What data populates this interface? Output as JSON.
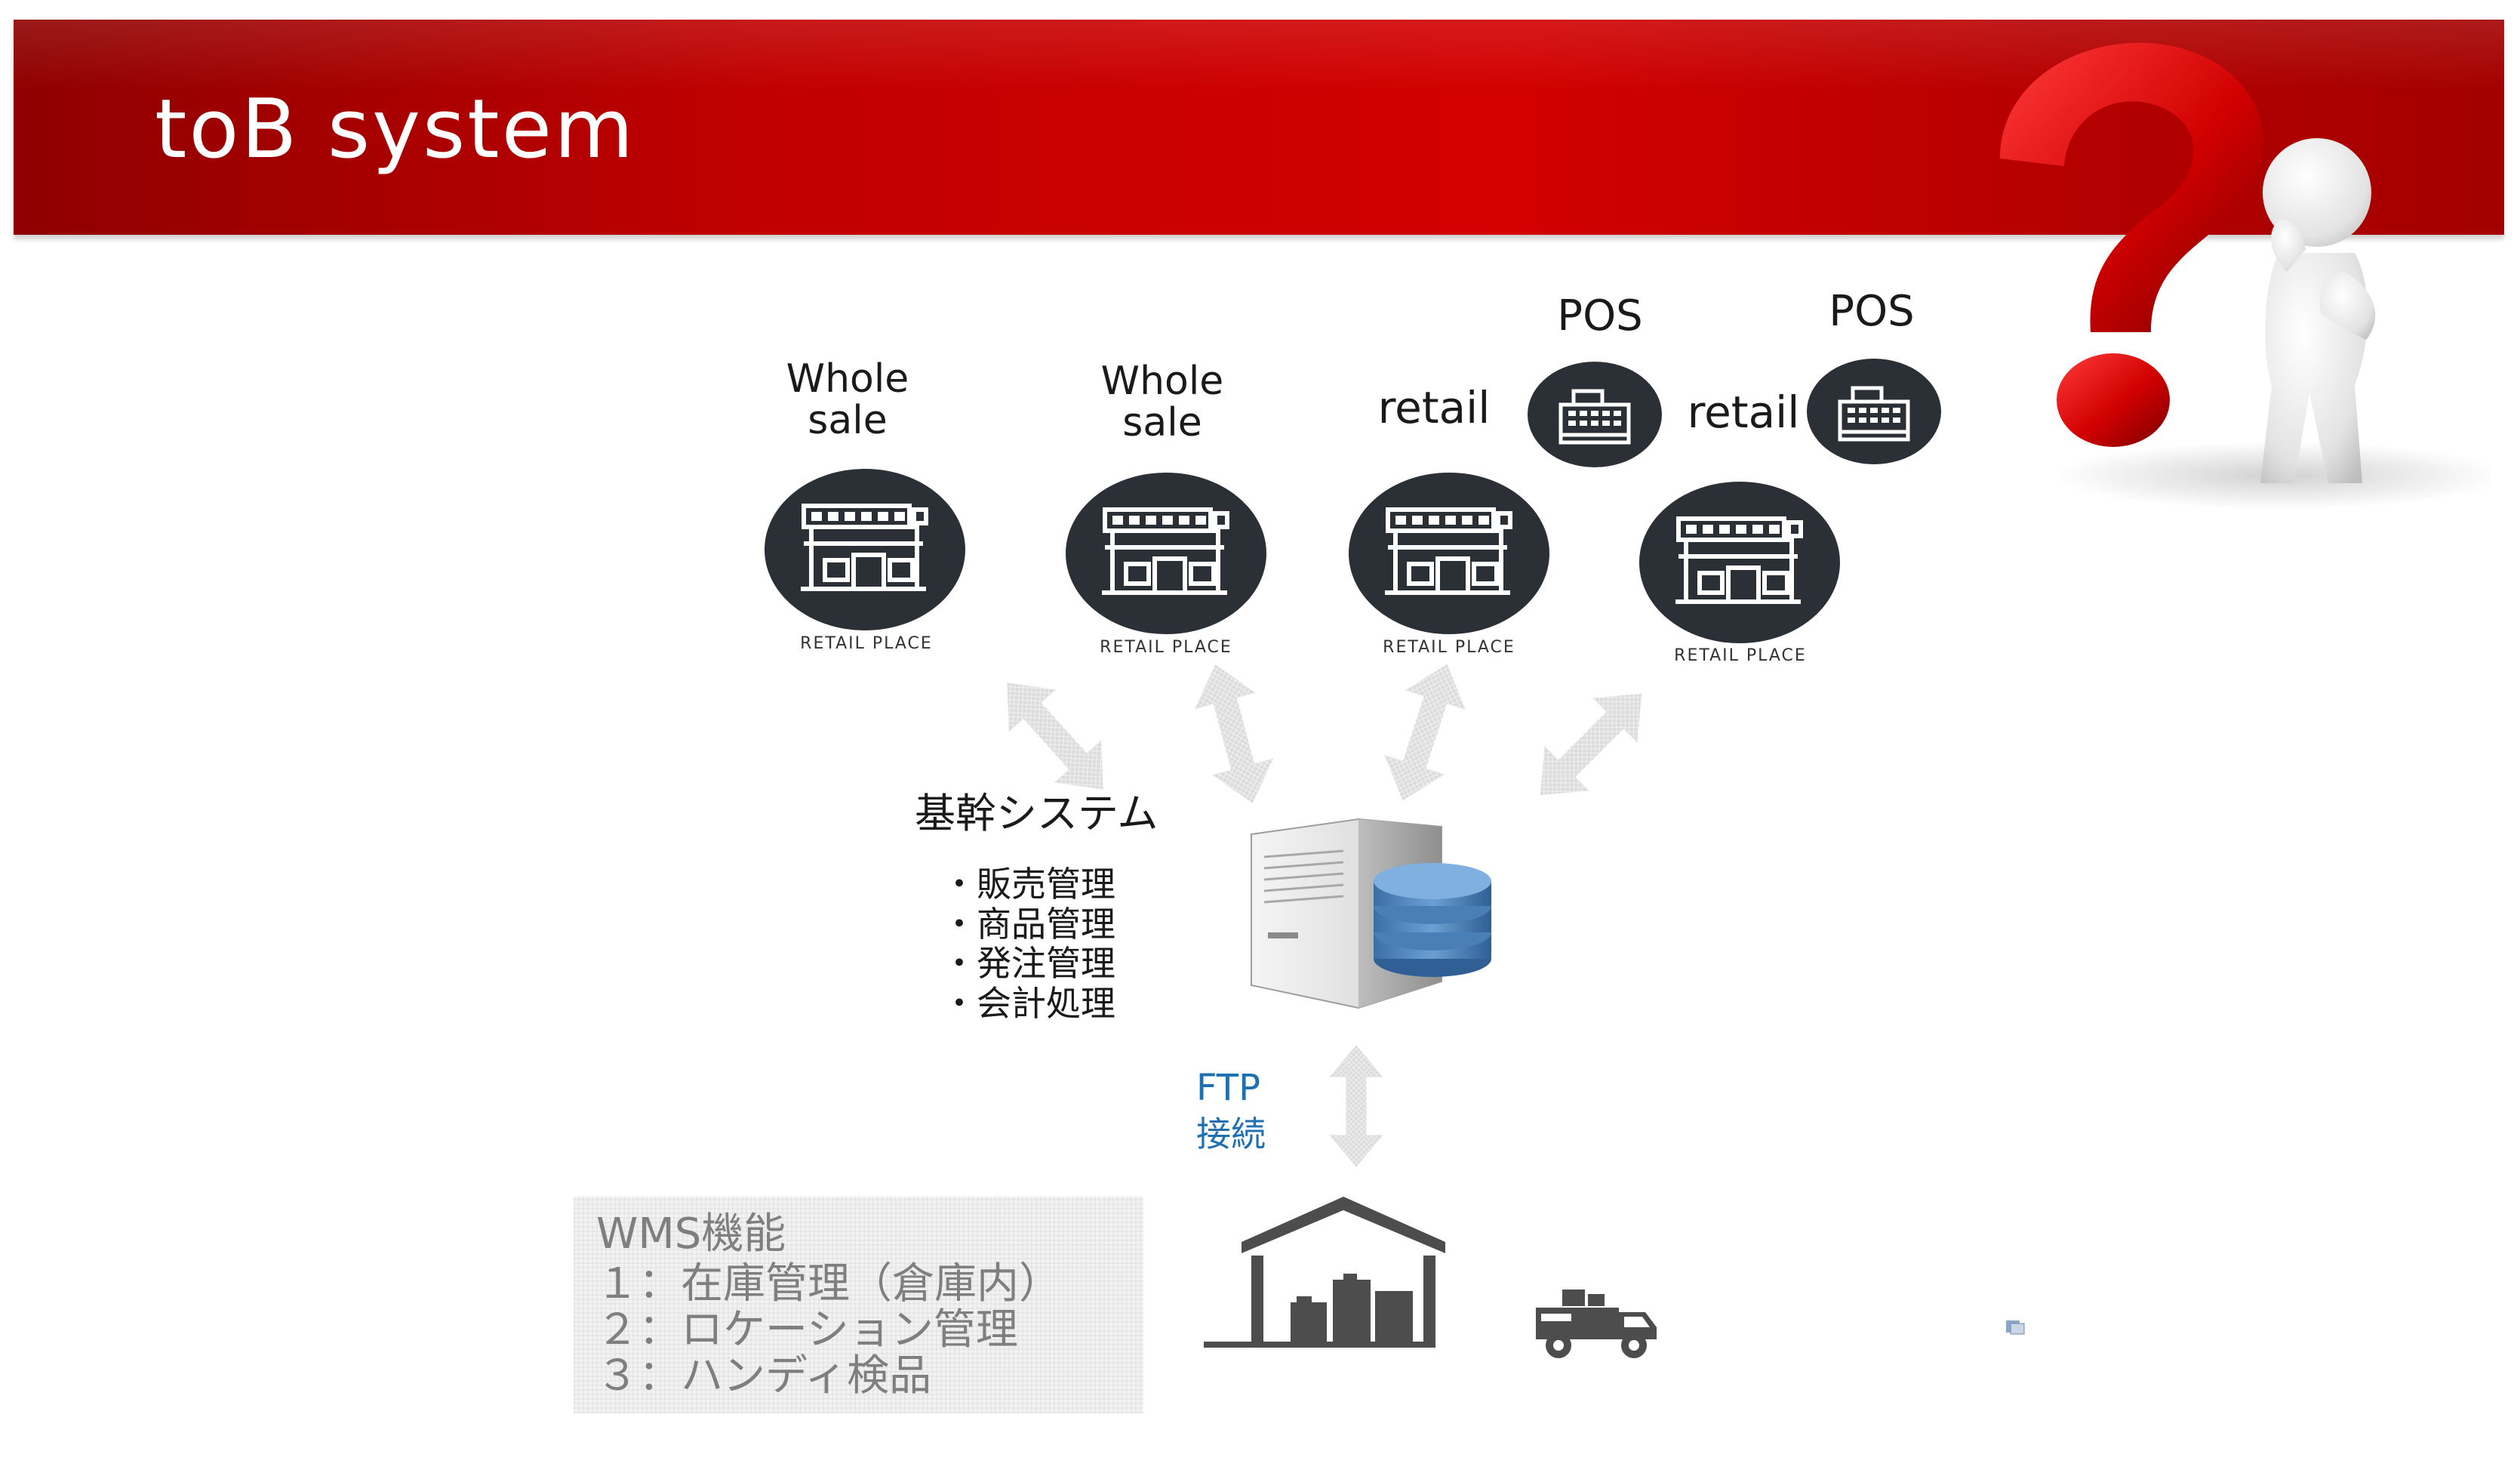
{
  "header": {
    "title": "toB system"
  },
  "stores": [
    {
      "label_line1": "Whole",
      "label_line2": "sale",
      "caption": "RETAIL PLACE"
    },
    {
      "label_line1": "Whole",
      "label_line2": "sale",
      "caption": "RETAIL PLACE"
    },
    {
      "label": "retail",
      "pos_label": "POS",
      "caption": "RETAIL PLACE"
    },
    {
      "label": "retail",
      "pos_label": "POS",
      "caption": "RETAIL PLACE"
    }
  ],
  "core_system": {
    "title": "基幹システム",
    "items": [
      "・販売管理",
      "・商品管理",
      "・発注管理",
      "・会計処理"
    ]
  },
  "connection": {
    "line1": "FTP",
    "line2": "接続"
  },
  "wms": {
    "title": "WMS機能",
    "items": [
      "１：在庫管理（倉庫内）",
      "２：ロケーション管理",
      "３：ハンディ検品"
    ]
  },
  "colors": {
    "banner": "#c10000",
    "icon_dark": "#2b2f36",
    "arrow": "#d9d9d9",
    "ftp_text": "#1f6fb3",
    "wms_text": "#7f7f7f",
    "warehouse": "#4d4d4d",
    "database": "#4a7fb5"
  }
}
